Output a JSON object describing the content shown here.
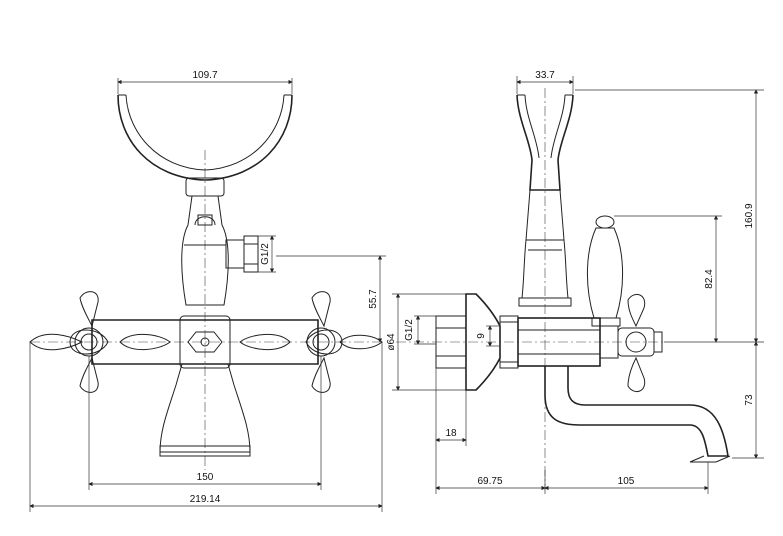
{
  "colors": {
    "line": "#222222",
    "background": "#ffffff"
  },
  "front_view": {
    "dim_handset_width": "109.7",
    "dim_outlet_thread": "G1/2",
    "dim_outlet_height": "55.7",
    "dim_center_distance": "150",
    "dim_overall_width": "219.14"
  },
  "side_view": {
    "dim_handset_depth": "33.7",
    "dim_total_height": "160.9",
    "dim_handle_height": "82.4",
    "dim_spout_drop": "73",
    "dim_wall_thread": "G1/2",
    "dim_wall_diameter": "ø64",
    "dim_nut": "9",
    "dim_flange_depth": "18",
    "dim_wall_offset": "69.75",
    "dim_spout_reach": "105"
  }
}
